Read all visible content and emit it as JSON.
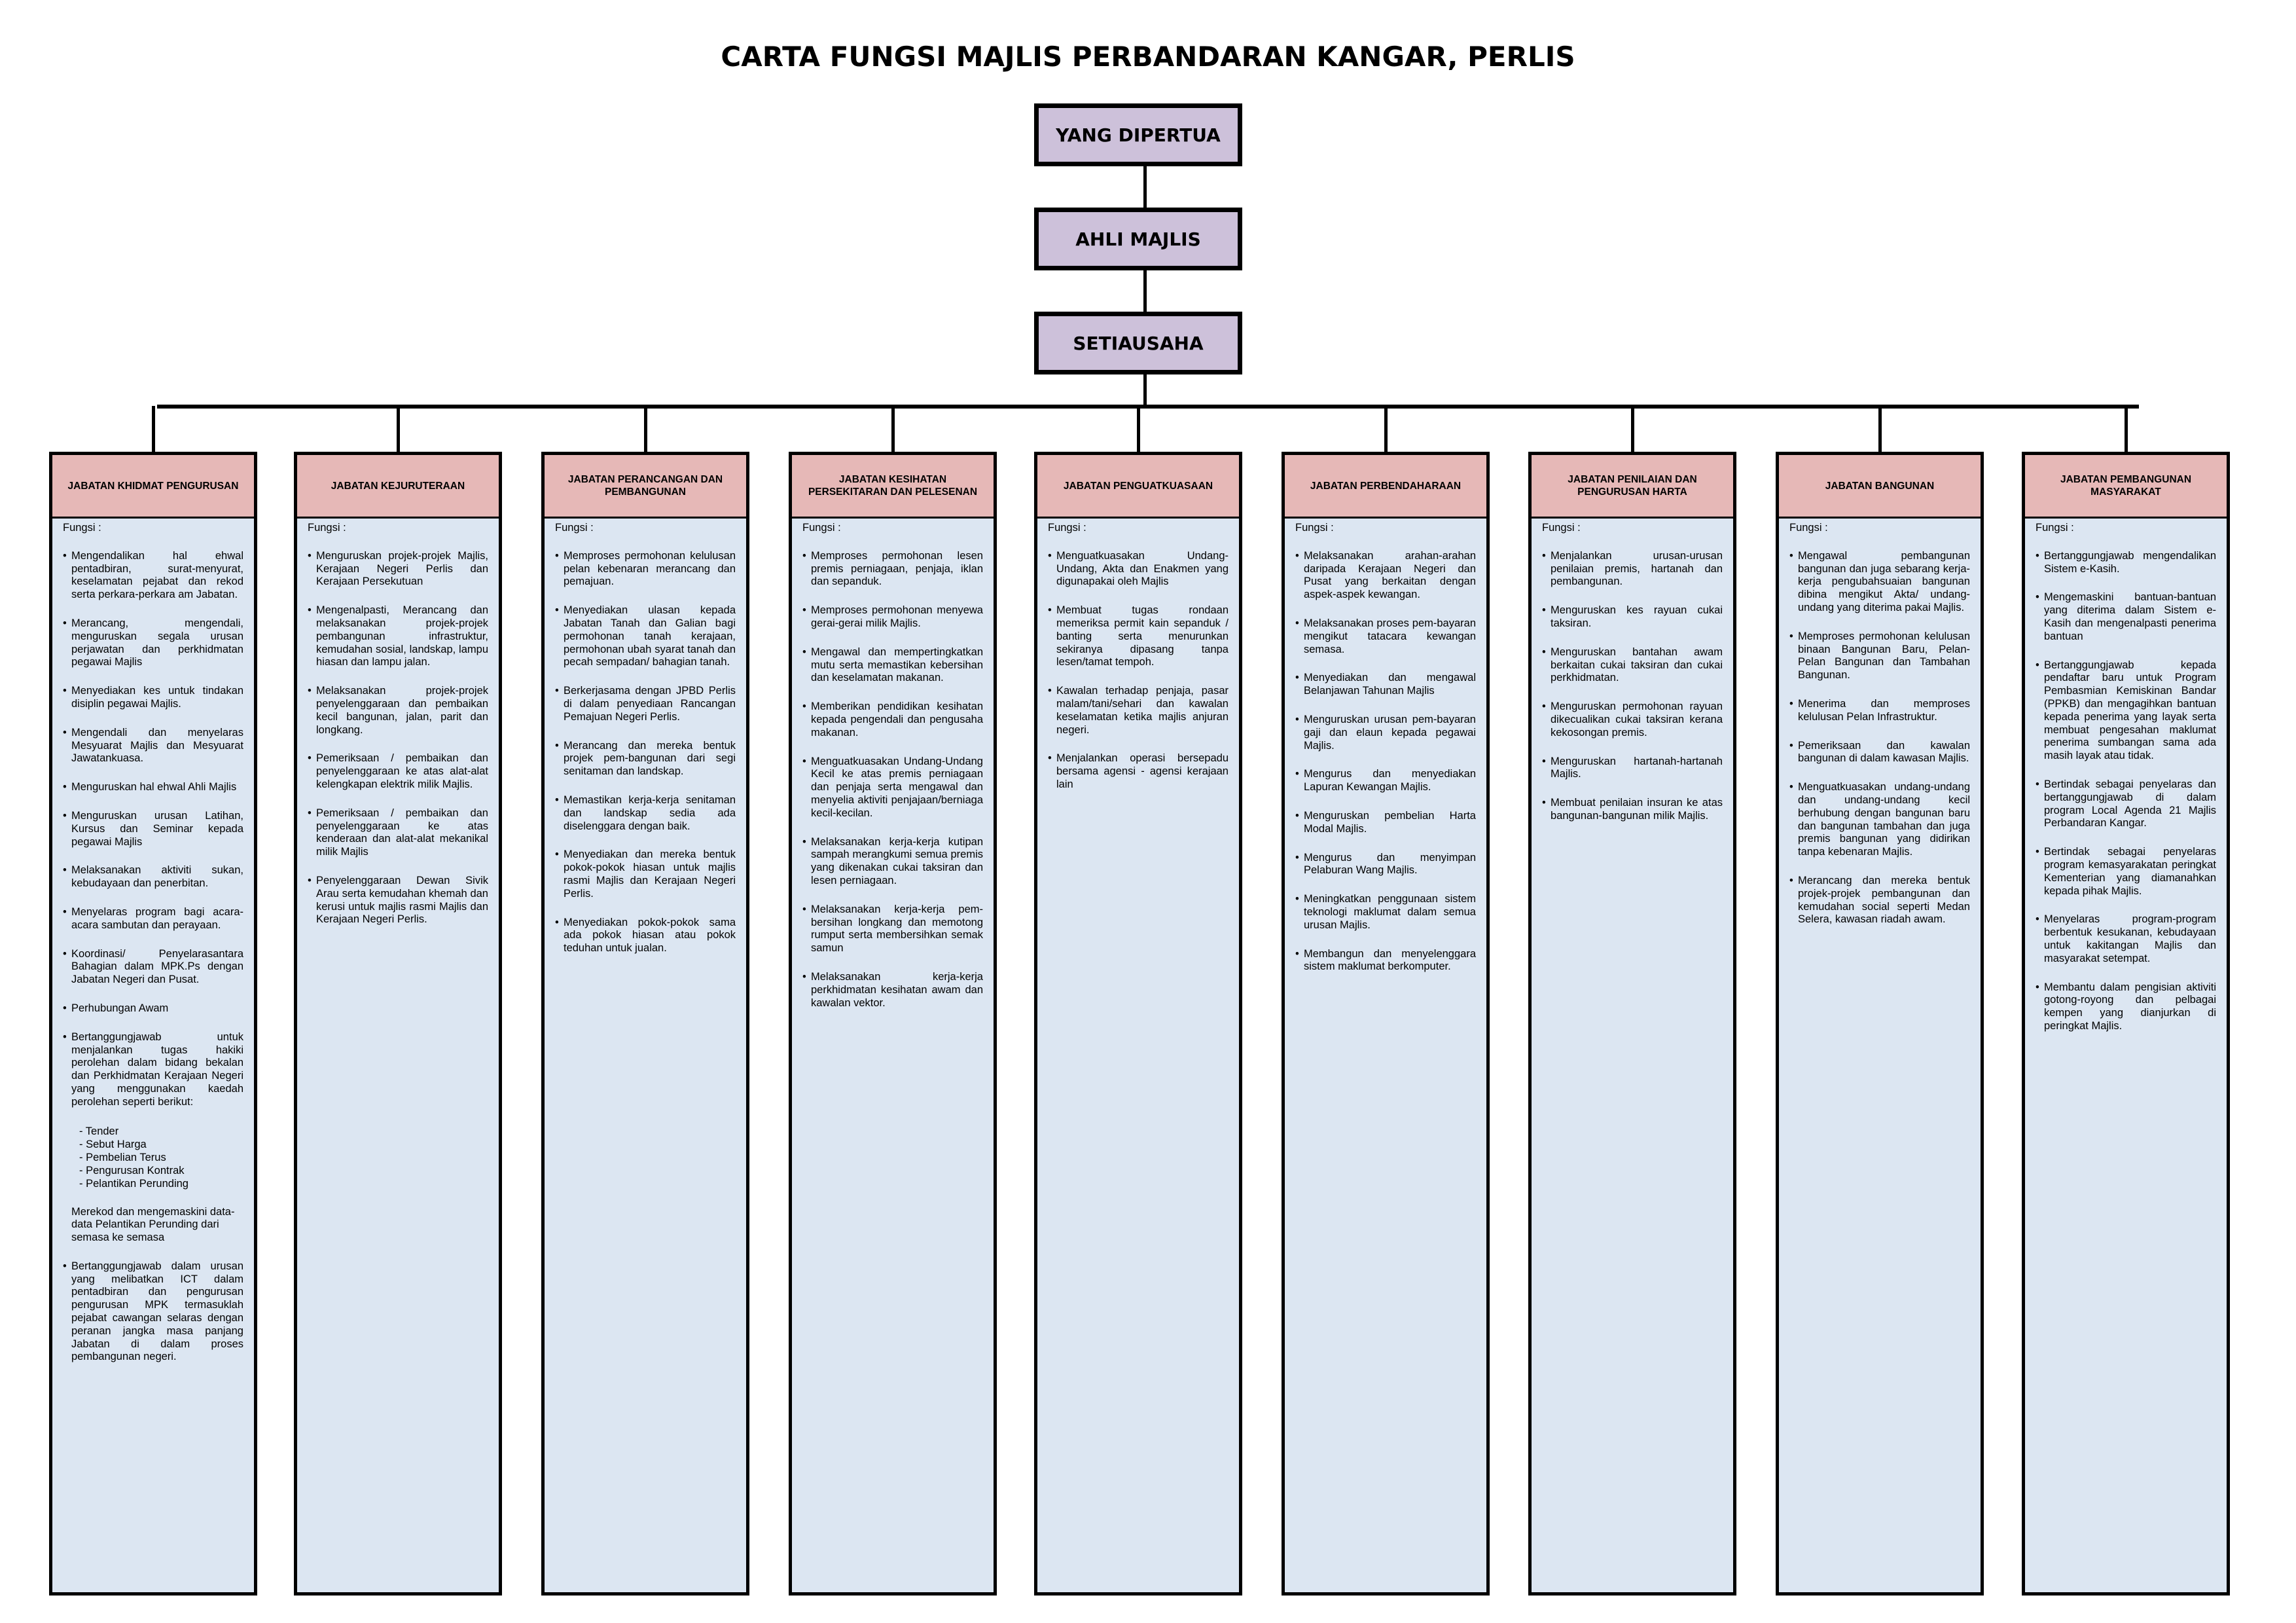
{
  "title": "CARTA FUNGSI MAJLIS PERBANDARAN KANGAR, PERLIS",
  "hierarchy": [
    "YANG DIPERTUA",
    "AHLI MAJLIS",
    "SETIAUSAHA"
  ],
  "fungsi_label": "Fungsi :",
  "departments": [
    {
      "name": "JABATAN KHIDMAT PENGURUSAN",
      "items": [
        "Mengendalikan hal ehwal pentadbiran, surat-menyurat, keselamatan pejabat dan rekod serta perkara-perkara am Jabatan.",
        "Merancang, mengendali, menguruskan segala urusan perjawatan dan perkhidmatan pegawai Majlis",
        "Menyediakan kes untuk tindakan disiplin pegawai Majlis.",
        "Mengendali dan menyelaras Mesyuarat Majlis dan Mesyuarat Jawatankuasa.",
        "Menguruskan hal ehwal Ahli Majlis",
        "Menguruskan urusan Latihan, Kursus dan Seminar kepada pegawai Majlis",
        "Melaksanakan aktiviti sukan, kebudayaan dan penerbitan.",
        "Menyelaras program bagi acara-acara sambutan dan perayaan.",
        "Koordinasi/ Penyelarasantara Bahagian dalam MPK.Ps dengan Jabatan Negeri dan Pusat.",
        "Perhubungan Awam",
        "Bertanggungjawab untuk menjalankan tugas hakiki perolehan dalam bidang bekalan dan Perkhidmatan Kerajaan Negeri yang menggunakan kaedah perolehan seperti berikut:",
        "Bertanggungjawab dalam urusan yang melibatkan ICT dalam pentadbiran dan pengurusan pengurusan MPK termasuklah pejabat cawangan selaras dengan peranan jangka masa panjang Jabatan di dalam proses pembangunan negeri."
      ],
      "subitems": [
        "Tender",
        "Sebut Harga",
        "Pembelian Terus",
        "Pengurusan Kontrak",
        "Pelantikan Perunding"
      ],
      "note": "Merekod dan mengemaskini data-data Pelantikan Perunding dari semasa ke semasa"
    },
    {
      "name": "JABATAN KEJURUTERAAN",
      "items": [
        "Menguruskan projek-projek Majlis, Kerajaan Negeri Perlis dan Kerajaan Persekutuan",
        "Mengenalpasti, Merancang dan melaksanakan projek-projek pembangunan infrastruktur, kemudahan sosial, landskap, lampu hiasan dan lampu jalan.",
        "Melaksanakan projek-projek penyelenggaraan dan pembaikan kecil bangunan, jalan, parit dan longkang.",
        "Pemeriksaan / pembaikan dan penyelenggaraan ke atas alat-alat kelengkapan elektrik milik Majlis.",
        "Pemeriksaan / pembaikan dan penyelenggaraan ke atas kenderaan dan alat-alat mekanikal milik Majlis",
        "Penyelenggaraan Dewan Sivik Arau serta kemudahan khemah dan kerusi untuk majlis rasmi Majlis dan Kerajaan Negeri Perlis."
      ]
    },
    {
      "name": "JABATAN PERANCANGAN DAN PEMBANGUNAN",
      "items": [
        "Memproses permohonan kelulusan pelan kebenaran merancang dan pemajuan.",
        "Menyediakan ulasan kepada Jabatan Tanah dan Galian bagi permohonan tanah kerajaan, permohonan ubah syarat tanah dan pecah sempadan/ bahagian tanah.",
        "Berkerjasama dengan JPBD Perlis di dalam penyediaan Rancangan Pemajuan Negeri Perlis.",
        "Merancang dan mereka bentuk projek pem-bangunan dari segi senitaman dan landskap.",
        "Memastikan kerja-kerja senitaman dan landskap sedia ada diselenggara dengan baik.",
        "Menyediakan dan mereka bentuk pokok-pokok hiasan untuk majlis rasmi Majlis dan Kerajaan Negeri Perlis.",
        "Menyediakan pokok-pokok sama ada pokok hiasan atau pokok teduhan untuk jualan."
      ]
    },
    {
      "name": "JABATAN KESIHATAN PERSEKITARAN DAN PELESENAN",
      "items": [
        "Memproses permohonan lesen premis perniagaan, penjaja, iklan dan sepanduk.",
        "Memproses permohonan menyewa gerai-gerai milik Majlis.",
        "Mengawal dan mempertingkatkan mutu serta memastikan kebersihan dan keselamatan makanan.",
        "Memberikan pendidikan kesihatan kepada pengendali dan pengusaha makanan.",
        "Menguatkuasakan Undang-Undang Kecil ke atas premis perniagaan dan penjaja serta mengawal dan menyelia aktiviti penjajaan/berniaga kecil-kecilan.",
        "Melaksanakan kerja-kerja kutipan sampah merangkumi semua premis yang dikenakan cukai taksiran dan lesen perniagaan.",
        "Melaksanakan kerja-kerja pem-bersihan longkang dan memotong rumput serta membersihkan semak samun",
        "Melaksanakan kerja-kerja perkhidmatan kesihatan awam dan kawalan vektor."
      ]
    },
    {
      "name": "JABATAN PENGUATKUASAAN",
      "items": [
        "Menguatkuasakan Undang-Undang, Akta dan Enakmen yang digunapakai oleh Majlis",
        "Membuat tugas rondaan memeriksa permit kain sepanduk / banting serta menurunkan sekiranya dipasang tanpa lesen/tamat tempoh.",
        "Kawalan terhadap penjaja, pasar malam/tani/sehari dan kawalan keselamatan ketika majlis anjuran negeri.",
        "Menjalankan operasi bersepadu bersama agensi - agensi kerajaan lain"
      ]
    },
    {
      "name": "JABATAN PERBENDAHARAAN",
      "items": [
        "Melaksanakan arahan-arahan daripada Kerajaan Negeri dan Pusat yang berkaitan dengan aspek-aspek kewangan.",
        "Melaksanakan proses pem-bayaran mengikut tatacara kewangan semasa.",
        "Menyediakan dan mengawal Belanjawan Tahunan Majlis",
        "Menguruskan urusan pem-bayaran gaji dan elaun kepada pegawai Majlis.",
        "Mengurus dan menyediakan Lapuran Kewangan Majlis.",
        "Menguruskan pembelian Harta Modal Majlis.",
        "Mengurus dan menyimpan Pelaburan Wang Majlis.",
        "Meningkatkan penggunaan sistem teknologi maklumat dalam semua urusan Majlis.",
        "Membangun dan menyelenggara sistem maklumat berkomputer."
      ]
    },
    {
      "name": "JABATAN PENILAIAN DAN PENGURUSAN HARTA",
      "items": [
        "Menjalankan urusan-urusan penilaian premis, hartanah dan pembangunan.",
        "Menguruskan kes rayuan cukai taksiran.",
        "Menguruskan bantahan awam berkaitan cukai taksiran dan cukai perkhidmatan.",
        "Menguruskan permohonan rayuan dikecualikan cukai taksiran kerana kekosongan premis.",
        "Menguruskan hartanah-hartanah Majlis.",
        "Membuat penilaian insuran ke atas bangunan-bangunan milik Majlis."
      ]
    },
    {
      "name": "JABATAN BANGUNAN",
      "items": [
        "Mengawal pembangunan bangunan dan juga sebarang kerja-kerja pengubahsuaian bangunan dibina mengikut Akta/ undang-undang yang diterima pakai Majlis.",
        "Memproses permohonan kelulusan binaan Bangunan Baru, Pelan-Pelan Bangunan dan Tambahan Bangunan.",
        "Menerima dan memproses kelulusan Pelan Infrastruktur.",
        "Pemeriksaan dan kawalan bangunan di dalam kawasan Majlis.",
        "Menguatkuasakan undang-undang dan undang-undang kecil berhubung dengan bangunan baru dan bangunan tambahan dan juga premis bangunan yang didirikan tanpa kebenaran Majlis.",
        "Merancang dan mereka bentuk projek-projek pembangunan dan kemudahan social seperti Medan Selera, kawasan riadah awam."
      ]
    },
    {
      "name": "JABATAN PEMBANGUNAN MASYARAKAT",
      "items": [
        "Bertanggungjawab mengendalikan Sistem e-Kasih.",
        "Mengemaskini bantuan-bantuan yang diterima dalam Sistem e-Kasih dan mengenalpasti penerima bantuan",
        "Bertanggungjawab kepada pendaftar baru untuk Program Pembasmian Kemiskinan Bandar (PPKB) dan mengagihkan bantuan kepada penerima yang layak serta membuat pengesahan maklumat penerima sumbangan sama ada masih layak atau tidak.",
        "Bertindak sebagai penyelaras dan bertanggungjawab di dalam program Local Agenda 21 Majlis Perbandaran Kangar.",
        "Bertindak sebagai penyelaras program kemasyarakatan peringkat Kementerian yang diamanahkan kepada pihak Majlis.",
        "Menyelaras program-program berbentuk kesukanan, kebudayaan untuk kakitangan Majlis dan masyarakat setempat.",
        "Membantu dalam pengisian aktiviti gotong-royong dan pelbagai kempen yang dianjurkan di peringkat Majlis."
      ]
    }
  ]
}
